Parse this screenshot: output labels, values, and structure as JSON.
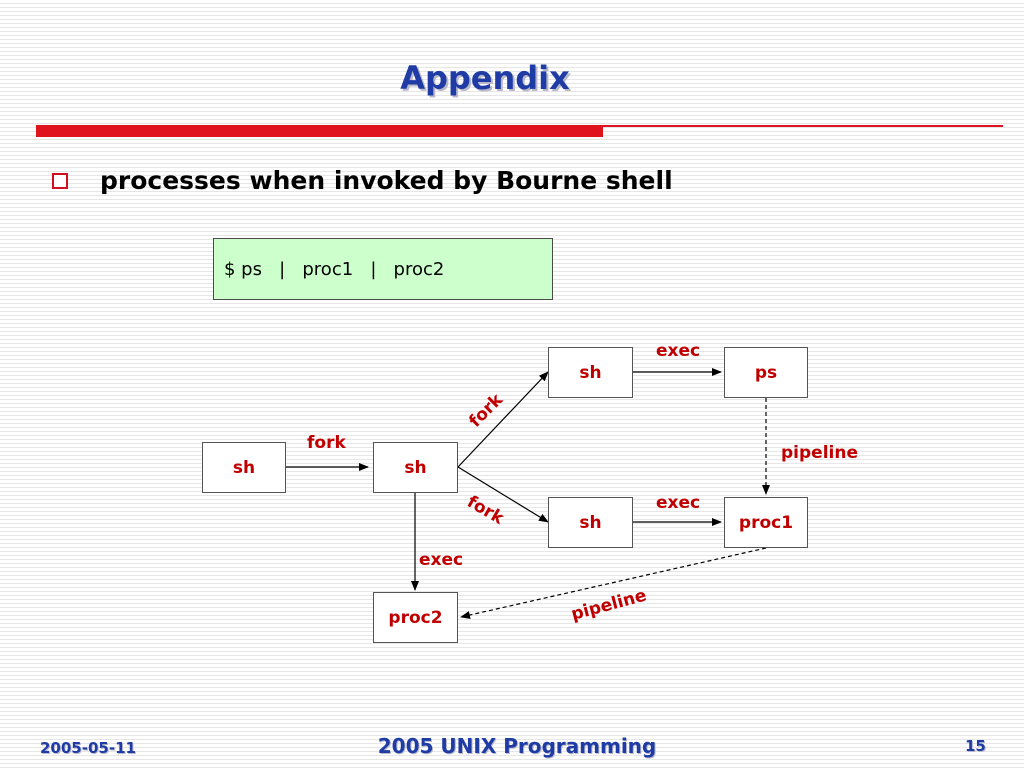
{
  "slide": {
    "title": "Appendix",
    "bullet": "processes when invoked by Bourne shell",
    "command": "$ ps   |   proc1   |   proc2"
  },
  "diagram": {
    "nodes": {
      "sh_parent": "sh",
      "sh_main": "sh",
      "sh_top": "sh",
      "sh_bottom": "sh",
      "ps": "ps",
      "proc1": "proc1",
      "proc2": "proc2"
    },
    "edges": {
      "fork_main": "fork",
      "fork_top": "fork",
      "fork_bottom": "fork",
      "exec_top": "exec",
      "exec_bottom": "exec",
      "exec_main": "exec",
      "pipeline_ps_proc1": "pipeline",
      "pipeline_proc1_proc2": "pipeline"
    }
  },
  "footer": {
    "date": "2005-05-11",
    "course": "2005 UNIX Programming",
    "page": "15"
  },
  "colors": {
    "title": "#1f3ca6",
    "accent_bar": "#e0141e",
    "node_text": "#c00000",
    "command_box": "#ccffcc"
  }
}
